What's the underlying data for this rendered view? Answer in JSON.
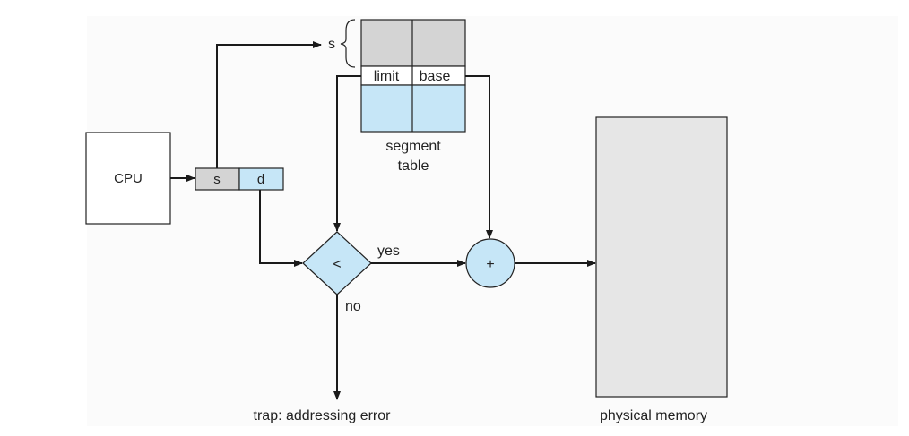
{
  "diagram": {
    "cpu_label": "CPU",
    "address": {
      "segment": "s",
      "offset": "d"
    },
    "segment_index_label": "s",
    "segment_table": {
      "columns": [
        "limit",
        "base"
      ],
      "caption_line1": "segment",
      "caption_line2": "table"
    },
    "compare_symbol": "<",
    "adder_symbol": "+",
    "yes_label": "yes",
    "no_label": "no",
    "trap_label": "trap: addressing error",
    "memory_label": "physical memory",
    "colors": {
      "blue": "#c6e6f7",
      "gray": "#d4d4d4",
      "memory": "#e6e6e6",
      "line": "#1a1a1a"
    }
  }
}
